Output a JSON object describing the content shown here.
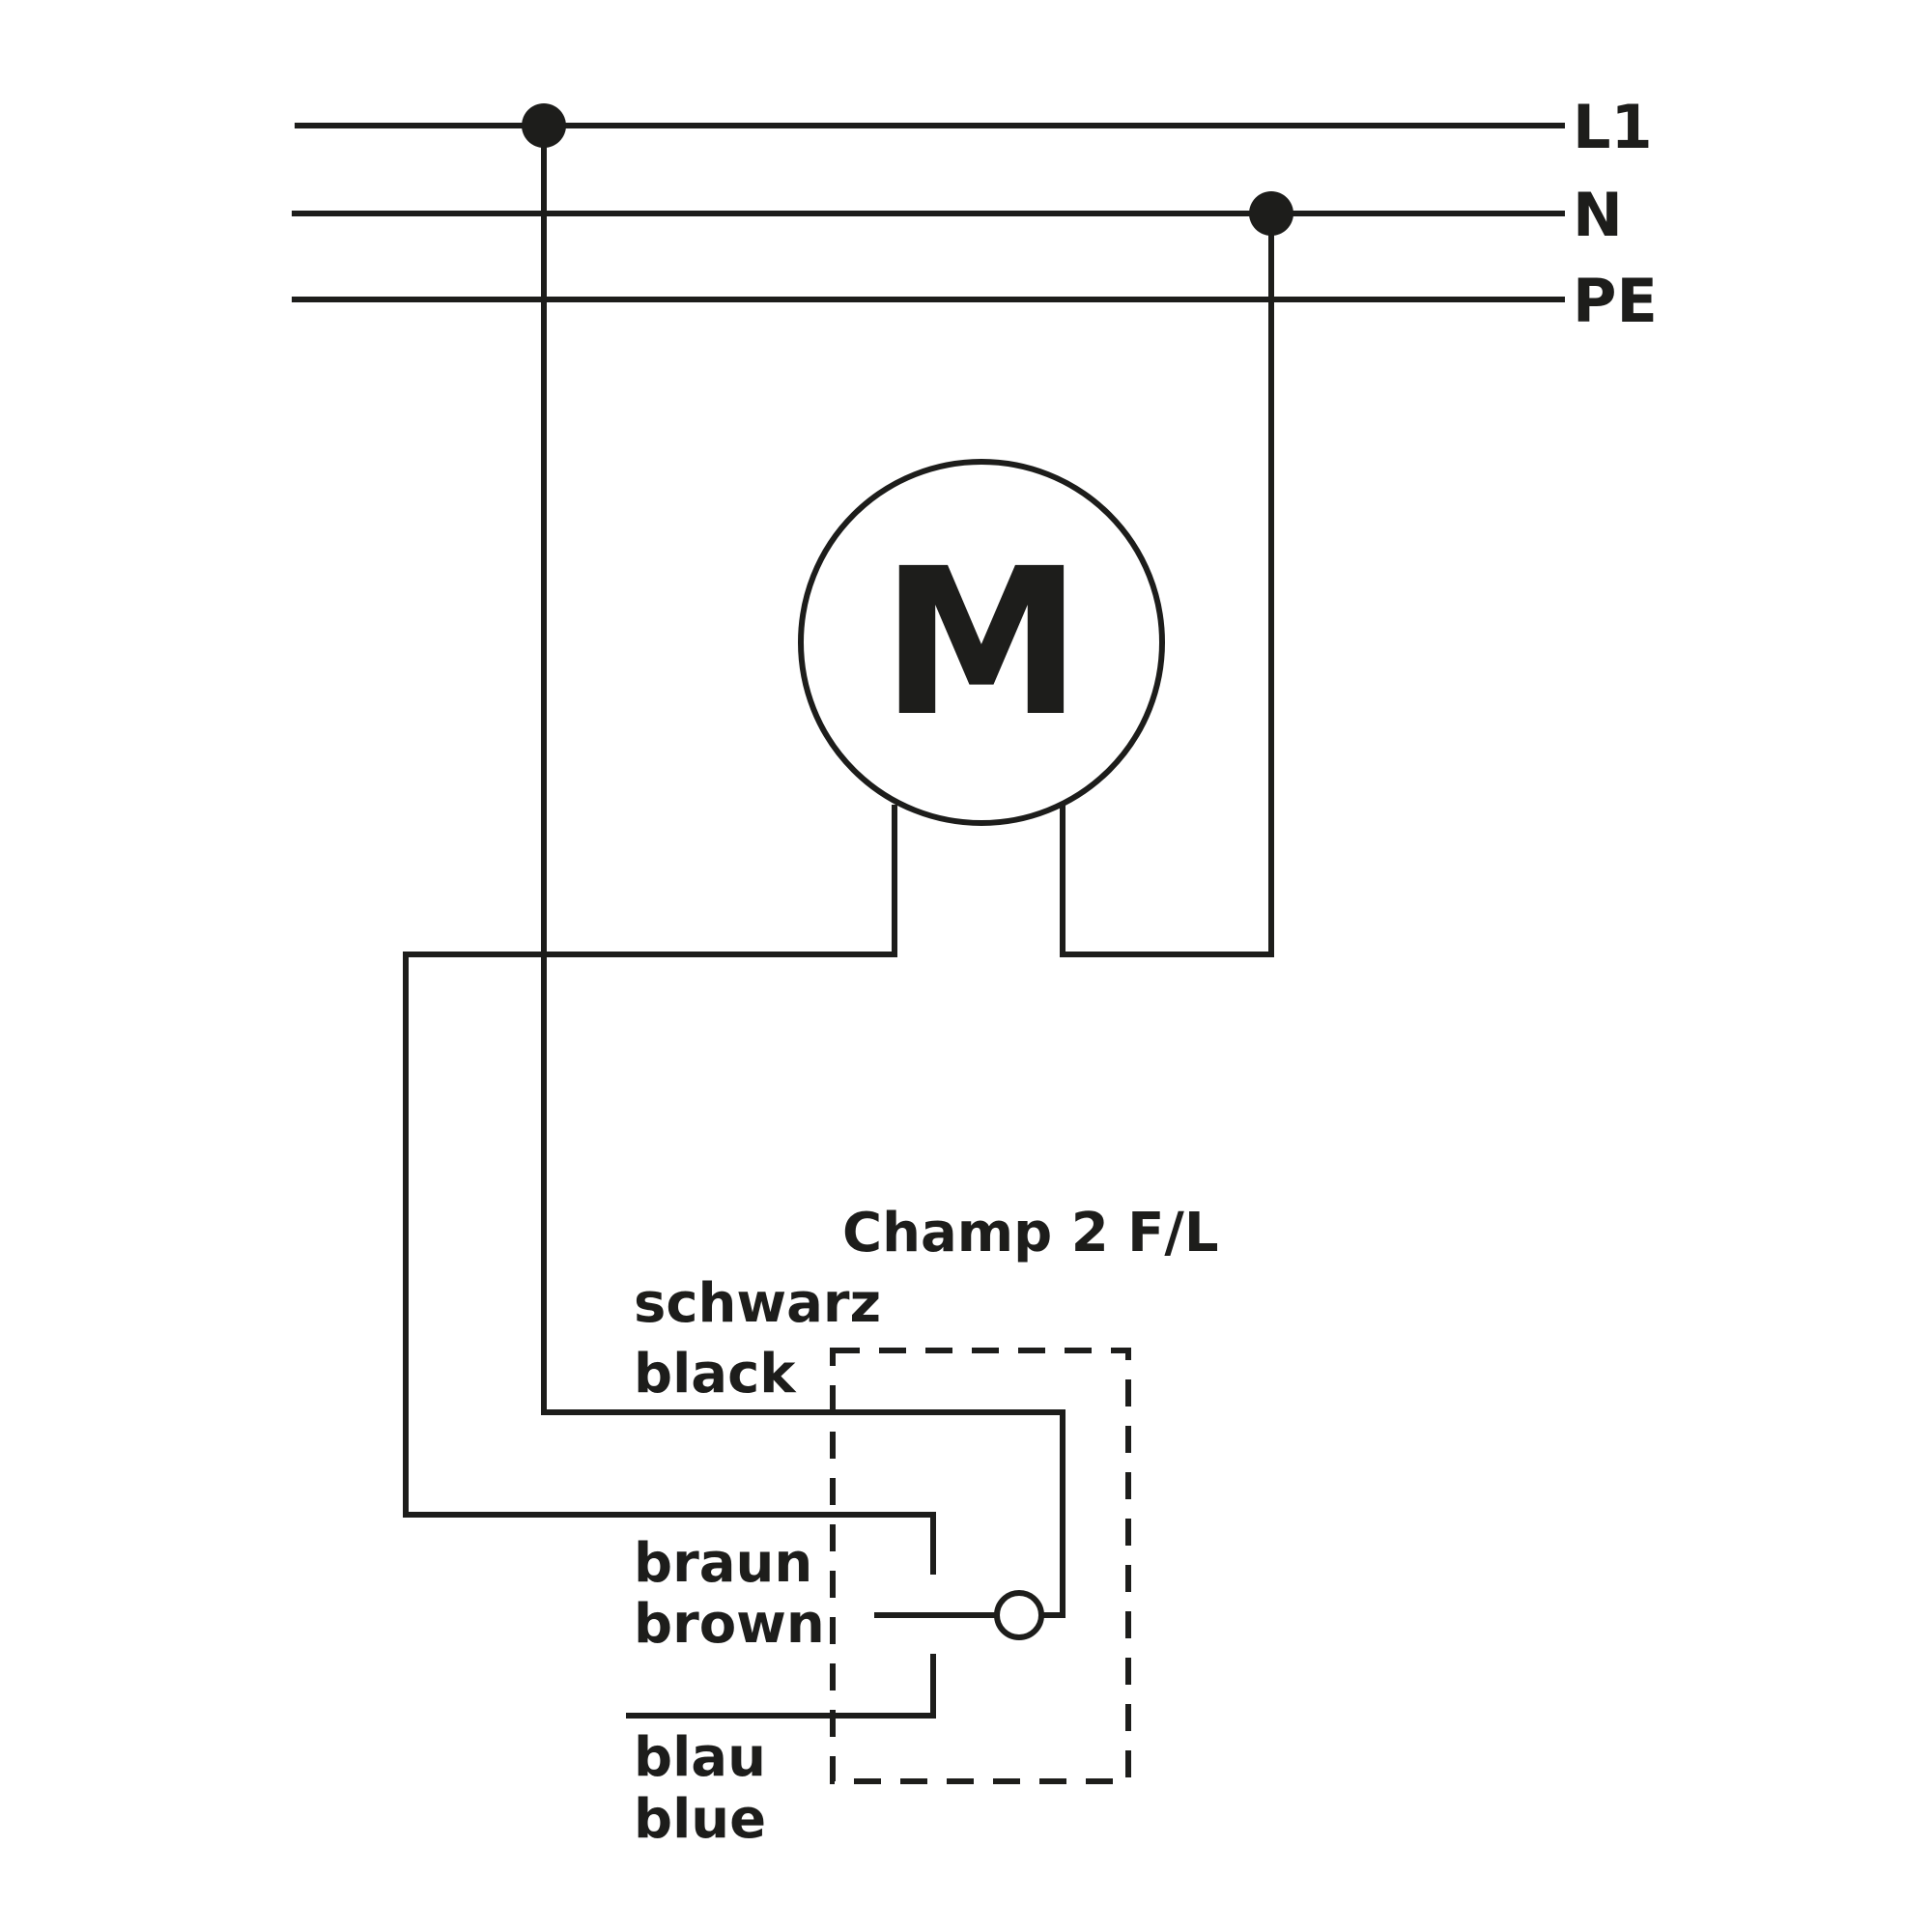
{
  "bus_lines": [
    {
      "id": "l1",
      "label": "L1"
    },
    {
      "id": "n",
      "label": "N"
    },
    {
      "id": "pe",
      "label": "PE"
    }
  ],
  "motor": {
    "label": "M"
  },
  "device": {
    "title": "Champ 2 F/L"
  },
  "wires": {
    "black": {
      "de": "schwarz",
      "en": "black"
    },
    "brown": {
      "de": "braun",
      "en": "brown"
    },
    "blue": {
      "de": "blau",
      "en": "blue"
    }
  },
  "colors": {
    "line": "#1d1d1b",
    "background": "#ffffff"
  }
}
